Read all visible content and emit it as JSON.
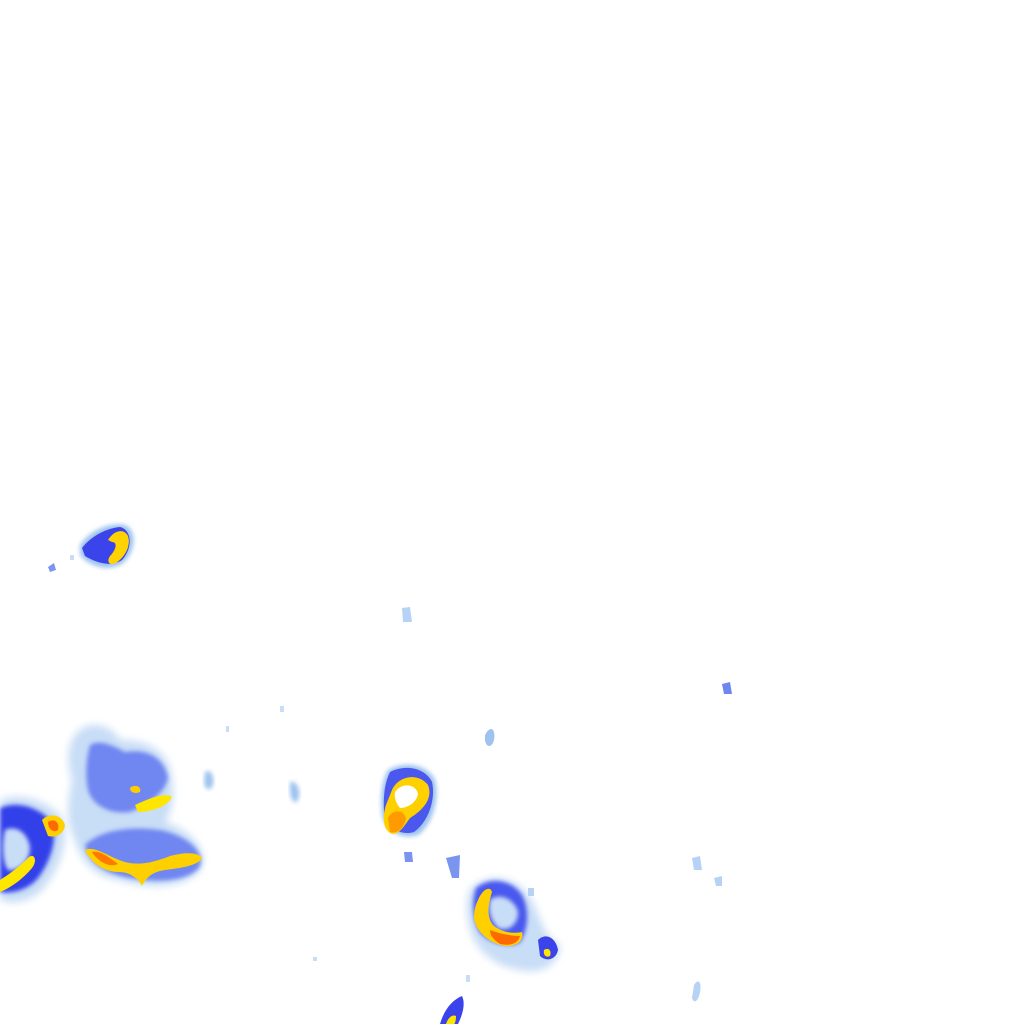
{
  "map": {
    "type": "radar-precipitation-overlay",
    "background_color": "#ffffff",
    "color_scale": {
      "very_light": "#cfe3f7",
      "light": "#9ec3f0",
      "moderate": "#5a6cf0",
      "strong": "#2b35e8",
      "heavy": "#ffe600",
      "very_heavy": "#ff9900",
      "intense": "#ff3300"
    },
    "cells": [
      "cell-northwest",
      "cell-west-cluster",
      "cell-southwest-edge",
      "cell-center",
      "cell-south-center",
      "cell-bottom-edge"
    ]
  }
}
